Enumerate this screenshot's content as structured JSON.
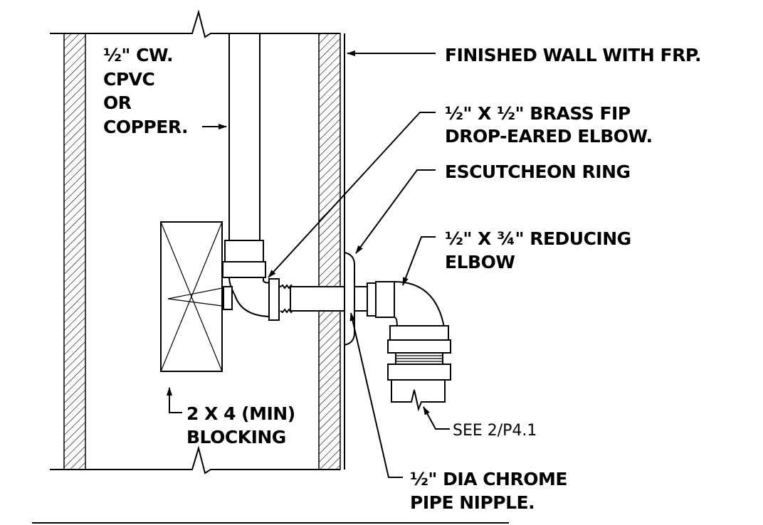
{
  "labels": {
    "cold_water_line_1": "½\" CW.",
    "cold_water_line_2": "CPVC",
    "cold_water_line_3": "OR",
    "cold_water_line_4": "COPPER.",
    "finished_wall": "FINISHED WALL WITH FRP.",
    "brass_elbow_line_1": "½\" X ½\" BRASS  FIP",
    "brass_elbow_line_2": "DROP-EARED ELBOW.",
    "escutcheon": "ESCUTCHEON RING",
    "reducing_elbow_line_1": "½\" X ¾\" REDUCING",
    "reducing_elbow_line_2": "ELBOW",
    "blocking_line_1": "2 X 4  (MIN)",
    "blocking_line_2": "BLOCKING",
    "see_ref": "SEE 2/P4.1",
    "nipple_line_1": "½\" DIA CHROME",
    "nipple_line_2": "PIPE NIPPLE."
  }
}
